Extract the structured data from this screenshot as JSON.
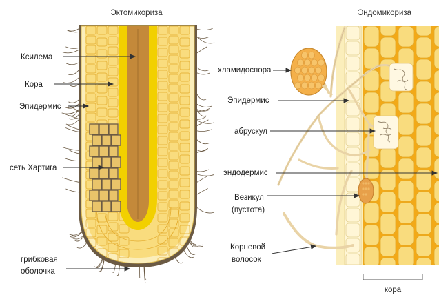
{
  "diagram": {
    "left_title": "Эктомикориза",
    "right_title": "Эндомикориза",
    "left_labels": {
      "xylem": "Ксилема",
      "cortex": "Кора",
      "epidermis": "Эпидермис",
      "hartig_net": "сеть Хартига",
      "mantle_line1": "грибковая",
      "mantle_line2": "оболочка"
    },
    "right_labels": {
      "chlamydospore": "хламидоспора",
      "epidermis": "Эпидермис",
      "arbuscule": "абрускул",
      "endodermis": "эндодермис",
      "vesicle_line1": "Везикул",
      "vesicle_line2": "(пустота)",
      "root_hair_line1": "Корневой",
      "root_hair_line2": "волосок",
      "cortex": "кора"
    },
    "colors": {
      "cortex_fill": "#f9dc7e",
      "cortex_cell": "#f5cf5c",
      "xylem": "#f2d000",
      "stele_core": "#c4893a",
      "epidermis_fill": "#fbeebb",
      "fungal_mantle": "#6b5a44",
      "hyphae": "#e9d3a6",
      "vesicle": "#e7a04a",
      "cell_border": "#e2a92a"
    }
  }
}
